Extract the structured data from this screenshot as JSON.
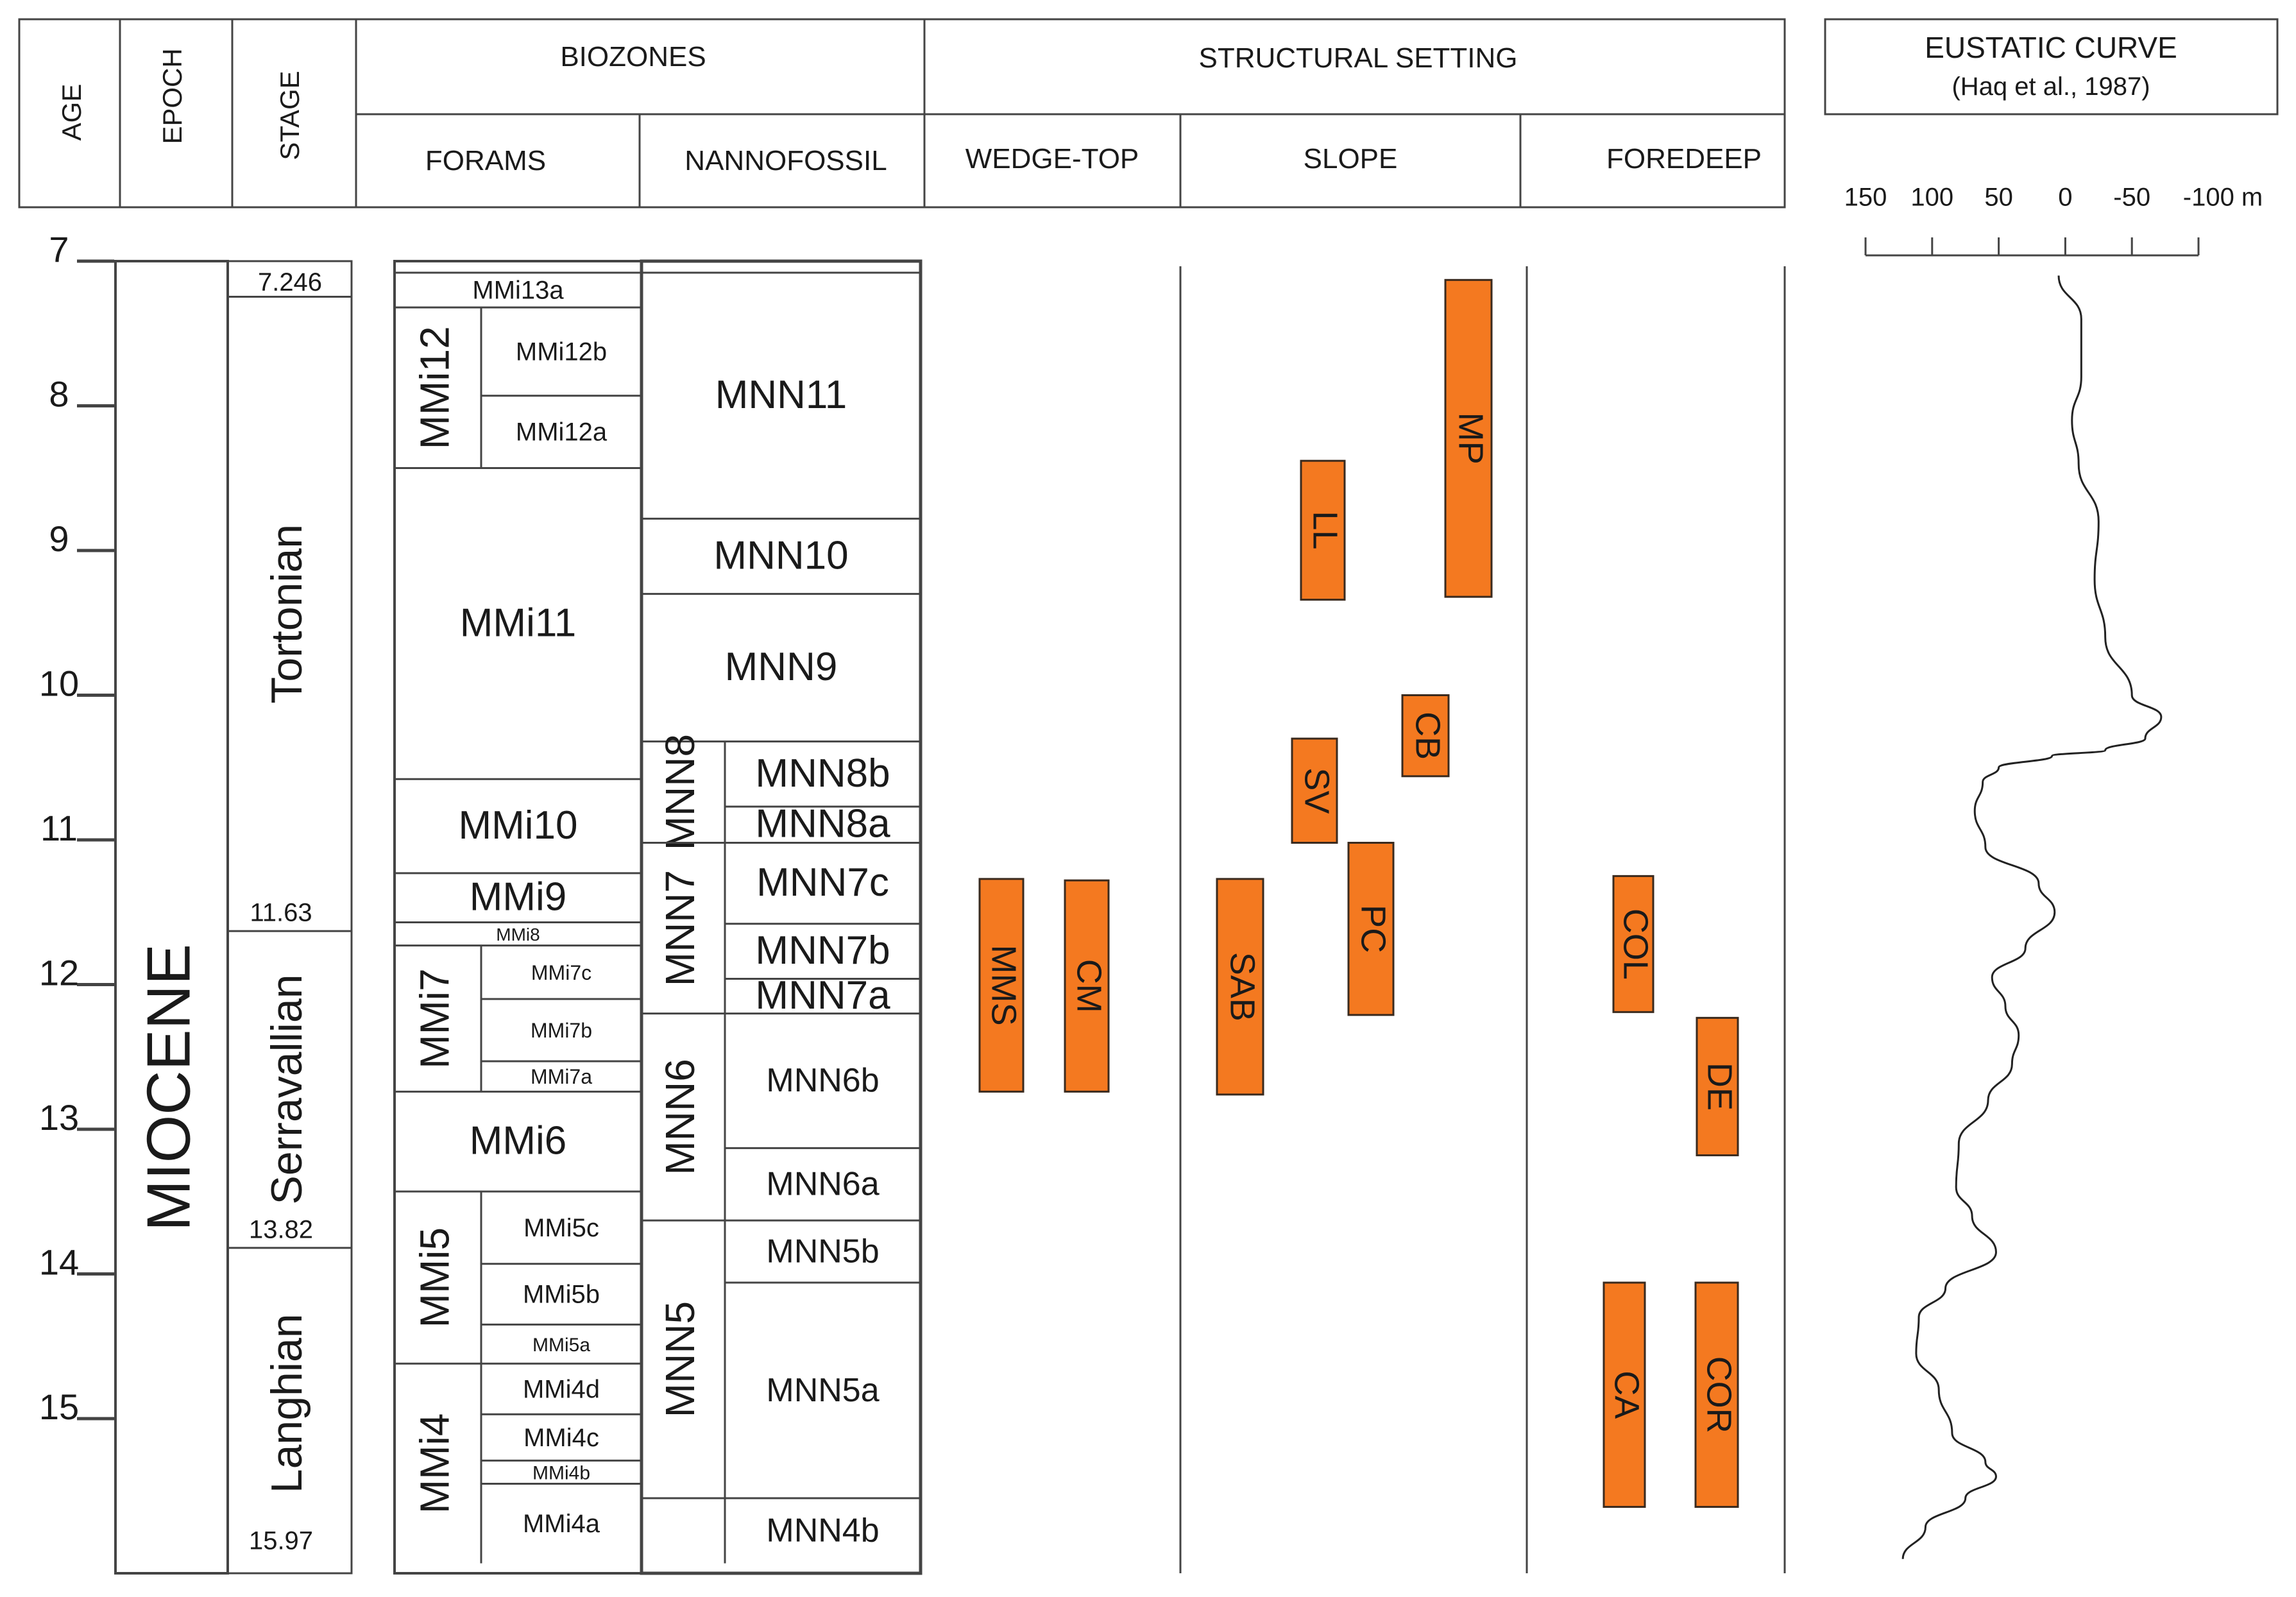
{
  "header": {
    "age": "AGE",
    "epoch": "EPOCH",
    "stage": "STAGE",
    "biozones": "BIOZONES",
    "forams": "FORAMS",
    "nannofossil": "NANNOFOSSIL",
    "structural_setting": "STRUCTURAL SETTING",
    "wedge_top": "WEDGE-TOP",
    "slope": "SLOPE",
    "foredeep": "FOREDEEP"
  },
  "eustatic": {
    "title": "EUSTATIC CURVE",
    "subtitle": "(Haq et al., 1987)",
    "ticks": [
      {
        "label": "150",
        "value": 150
      },
      {
        "label": "100",
        "value": 100
      },
      {
        "label": "50",
        "value": 50
      },
      {
        "label": "0",
        "value": 0
      },
      {
        "label": "-50",
        "value": -50
      },
      {
        "label": "-100 m",
        "value": -100
      }
    ],
    "curve": [
      [
        7.1,
        5
      ],
      [
        7.4,
        -12
      ],
      [
        7.8,
        -12
      ],
      [
        8.1,
        -5
      ],
      [
        8.4,
        -10
      ],
      [
        8.8,
        -25
      ],
      [
        9.2,
        -22
      ],
      [
        9.6,
        -30
      ],
      [
        10.0,
        -50
      ],
      [
        10.15,
        -72
      ],
      [
        10.3,
        -60
      ],
      [
        10.38,
        -30
      ],
      [
        10.42,
        10
      ],
      [
        10.5,
        50
      ],
      [
        10.6,
        62
      ],
      [
        10.8,
        68
      ],
      [
        11.05,
        60
      ],
      [
        11.3,
        20
      ],
      [
        11.5,
        8
      ],
      [
        11.75,
        30
      ],
      [
        11.95,
        55
      ],
      [
        12.15,
        45
      ],
      [
        12.35,
        35
      ],
      [
        12.55,
        40
      ],
      [
        12.8,
        58
      ],
      [
        13.1,
        80
      ],
      [
        13.4,
        82
      ],
      [
        13.6,
        70
      ],
      [
        13.85,
        52
      ],
      [
        14.1,
        90
      ],
      [
        14.3,
        110
      ],
      [
        14.55,
        112
      ],
      [
        14.8,
        95
      ],
      [
        15.1,
        85
      ],
      [
        15.3,
        60
      ],
      [
        15.4,
        52
      ],
      [
        15.55,
        75
      ],
      [
        15.75,
        105
      ],
      [
        15.97,
        122
      ]
    ]
  },
  "age_ticks": [
    "7",
    "8",
    "9",
    "10",
    "11",
    "12",
    "13",
    "14",
    "15"
  ],
  "epoch": "MIOCENE",
  "stages": [
    {
      "name": "Tortonian",
      "top": 7.246,
      "base": 11.63,
      "top_label": "7.246",
      "base_label": "11.63"
    },
    {
      "name": "Serravallian",
      "top": 11.63,
      "base": 13.82,
      "base_label": "13.82"
    },
    {
      "name": "Langhian",
      "top": 13.82,
      "base": 15.97,
      "base_label": "15.97"
    }
  ],
  "forams": [
    {
      "label": "MMi13a",
      "top": 7.08,
      "base": 7.32,
      "size": 40
    },
    {
      "label": "MMi12",
      "top": 7.32,
      "base": 8.43,
      "vertical": true,
      "sub": [
        {
          "label": "MMi12b",
          "top": 7.32,
          "base": 7.93,
          "size": 40
        },
        {
          "label": "MMi12a",
          "top": 7.93,
          "base": 8.43,
          "size": 40
        }
      ]
    },
    {
      "label": "MMi11",
      "top": 8.43,
      "base": 10.58,
      "size": 62
    },
    {
      "label": "MMi10",
      "top": 10.58,
      "base": 11.23,
      "size": 62
    },
    {
      "label": "MMi9",
      "top": 11.23,
      "base": 11.57,
      "size": 62
    },
    {
      "label": "MMi8",
      "top": 11.57,
      "base": 11.73,
      "size": 28
    },
    {
      "label": "MMi7",
      "top": 11.73,
      "base": 12.74,
      "vertical": true,
      "sub": [
        {
          "label": "MMi7c",
          "top": 11.73,
          "base": 12.1,
          "size": 32
        },
        {
          "label": "MMi7b",
          "top": 12.1,
          "base": 12.53,
          "size": 32
        },
        {
          "label": "MMi7a",
          "top": 12.53,
          "base": 12.74,
          "size": 32
        }
      ]
    },
    {
      "label": "MMi6",
      "top": 12.74,
      "base": 13.43,
      "size": 62
    },
    {
      "label": "MMi5",
      "top": 13.43,
      "base": 14.62,
      "vertical": true,
      "sub": [
        {
          "label": "MMi5c",
          "top": 13.43,
          "base": 13.93,
          "size": 40
        },
        {
          "label": "MMi5b",
          "top": 13.93,
          "base": 14.35,
          "size": 40
        },
        {
          "label": "MMi5a",
          "top": 14.35,
          "base": 14.62,
          "size": 30
        }
      ]
    },
    {
      "label": "MMi4",
      "top": 14.62,
      "base": 16.0,
      "vertical": true,
      "sub": [
        {
          "label": "MMi4d",
          "top": 14.62,
          "base": 14.97,
          "size": 40
        },
        {
          "label": "MMi4c",
          "top": 14.97,
          "base": 15.29,
          "size": 40
        },
        {
          "label": "MMi4b",
          "top": 15.29,
          "base": 15.45,
          "size": 30
        },
        {
          "label": "MMi4a",
          "top": 15.45,
          "base": 16.0,
          "size": 40
        }
      ]
    }
  ],
  "nannofossil": [
    {
      "label": "MNN11",
      "top": 7.08,
      "base": 8.78,
      "size": 62
    },
    {
      "label": "MNN10",
      "top": 8.78,
      "base": 9.3,
      "size": 62
    },
    {
      "label": "MNN9",
      "top": 9.3,
      "base": 10.32,
      "size": 62
    },
    {
      "label": "MNN8",
      "top": 10.32,
      "base": 11.02,
      "vertical": true,
      "sub": [
        {
          "label": "MNN8b",
          "top": 10.32,
          "base": 10.77,
          "size": 62
        },
        {
          "label": "MNN8a",
          "top": 10.77,
          "base": 11.02,
          "size": 62
        }
      ]
    },
    {
      "label": "MNN7",
      "top": 11.02,
      "base": 12.2,
      "vertical": true,
      "sub": [
        {
          "label": "MNN7c",
          "top": 11.02,
          "base": 11.58,
          "size": 62
        },
        {
          "label": "MNN7b",
          "top": 11.58,
          "base": 11.96,
          "size": 62
        },
        {
          "label": "MNN7a",
          "top": 11.96,
          "base": 12.2,
          "size": 62
        }
      ]
    },
    {
      "label": "MNN6",
      "top": 12.2,
      "base": 13.63,
      "vertical": true,
      "sub": [
        {
          "label": "MNN6b",
          "top": 12.2,
          "base": 13.13,
          "size": 52
        },
        {
          "label": "MNN6a",
          "top": 13.13,
          "base": 13.63,
          "size": 52
        }
      ]
    },
    {
      "label": "MNN5",
      "top": 13.63,
      "base": 15.55,
      "vertical": true,
      "sub": [
        {
          "label": "MNN5b",
          "top": 13.63,
          "base": 14.06,
          "size": 52
        },
        {
          "label": "MNN5a",
          "top": 14.06,
          "base": 15.55,
          "size": 52
        }
      ]
    },
    {
      "label": "",
      "top": 15.55,
      "base": 16.0,
      "vertical": true,
      "sub": [
        {
          "label": "MNN4b",
          "top": 15.55,
          "base": 16.0,
          "size": 52
        }
      ]
    }
  ],
  "units": [
    {
      "label": "MMS",
      "setting": "wedge-top",
      "top": 11.27,
      "base": 12.74
    },
    {
      "label": "CM",
      "setting": "wedge-top",
      "top": 11.28,
      "base": 12.74
    },
    {
      "label": "SAB",
      "setting": "slope",
      "top": 11.27,
      "base": 12.76
    },
    {
      "label": "LL",
      "setting": "slope",
      "top": 8.38,
      "base": 9.34
    },
    {
      "label": "MP",
      "setting": "slope",
      "top": 7.13,
      "base": 9.32
    },
    {
      "label": "CB",
      "setting": "slope",
      "top": 10.0,
      "base": 10.56
    },
    {
      "label": "SV",
      "setting": "slope",
      "top": 10.3,
      "base": 11.02
    },
    {
      "label": "PC",
      "setting": "slope",
      "top": 11.02,
      "base": 12.21
    },
    {
      "label": "COL",
      "setting": "foredeep",
      "top": 11.25,
      "base": 12.19
    },
    {
      "label": "DE",
      "setting": "foredeep",
      "top": 12.23,
      "base": 13.18
    },
    {
      "label": "CA",
      "setting": "foredeep",
      "top": 14.06,
      "base": 15.61
    },
    {
      "label": "COR",
      "setting": "foredeep",
      "top": 14.06,
      "base": 15.61
    }
  ],
  "colors": {
    "unit_fill": "#F47920",
    "unit_stroke": "#3a2a1e",
    "line": "#444444",
    "text": "#1a1a1a"
  }
}
